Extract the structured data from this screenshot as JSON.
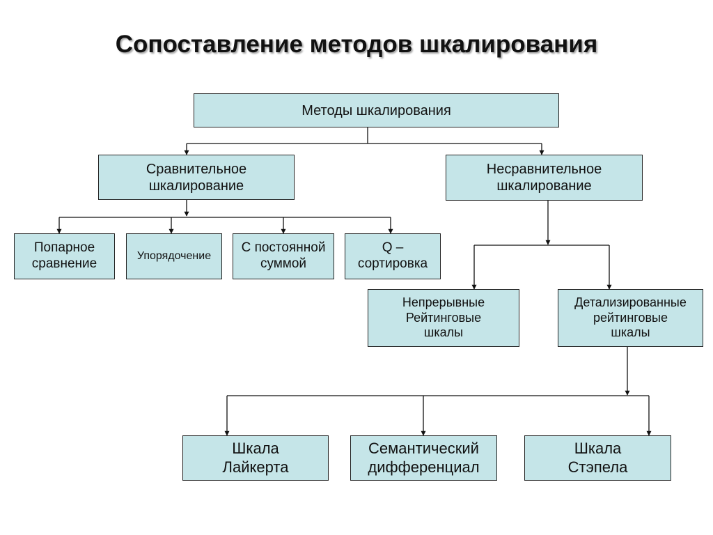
{
  "title": "Сопоставление методов шкалирования",
  "nodes": {
    "root": "Методы шкалирования",
    "comparative": "Сравнительное\nшкалирование",
    "noncomparative": "Несравнительное\nшкалирование",
    "paired": "Попарное\nсравнение",
    "rank_order": "Упорядочение",
    "constant_sum": "С постоянной\nсуммой",
    "q_sort": "Q –\nсортировка",
    "continuous": "Непрерывные\nРейтинговые\nшкалы",
    "itemized": "Детализированные\nрейтинговые\nшкалы",
    "likert": "Шкала\nЛайкерта",
    "semantic": "Семантический\nдифференциал",
    "stapel": "Шкала\nСтэпела"
  },
  "colors": {
    "box_fill": "#c5e5e8",
    "border": "#222222"
  }
}
